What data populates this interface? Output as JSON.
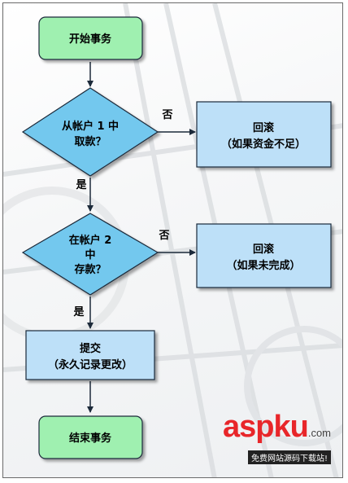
{
  "flowchart": {
    "start": "开始事务",
    "decision1": [
      "从帐户 1 中",
      "取款？"
    ],
    "rollback1": [
      "回滚",
      "（如果资金不足）"
    ],
    "decision2": [
      "在帐户 2",
      "中",
      "存款？"
    ],
    "rollback2": [
      "回滚",
      "（如果未完成）"
    ],
    "commit": [
      "提交",
      "（永久记录更改）"
    ],
    "end": "结束事务",
    "no_label": "否",
    "yes_label": "是"
  },
  "watermark": {
    "asp": "asp",
    "ku": "ku",
    "com": ".com",
    "sub": "免费网站源码下载站!"
  },
  "colors": {
    "terminal_fill": "#9ff0b0",
    "diamond_fill": "#73c8ee",
    "box_fill": "#bde0f8",
    "stroke": "#1c2a3a"
  }
}
